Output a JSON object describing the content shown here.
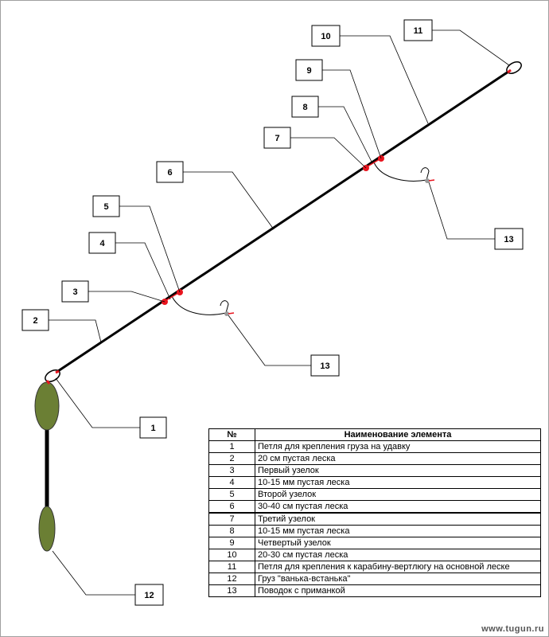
{
  "callouts": [
    {
      "id": "1",
      "label": "1"
    },
    {
      "id": "2",
      "label": "2"
    },
    {
      "id": "3",
      "label": "3"
    },
    {
      "id": "4",
      "label": "4"
    },
    {
      "id": "5",
      "label": "5"
    },
    {
      "id": "6",
      "label": "6"
    },
    {
      "id": "7",
      "label": "7"
    },
    {
      "id": "8",
      "label": "8"
    },
    {
      "id": "9",
      "label": "9"
    },
    {
      "id": "10",
      "label": "10"
    },
    {
      "id": "11",
      "label": "11"
    },
    {
      "id": "12",
      "label": "12"
    },
    {
      "id": "13a",
      "label": "13"
    },
    {
      "id": "13b",
      "label": "13"
    }
  ],
  "legend": {
    "header_num": "№",
    "header_name": "Наименование элемента",
    "rows": [
      {
        "num": "1",
        "name": "Петля для крепления груза на удавку"
      },
      {
        "num": "2",
        "name": "20 см пустая леска"
      },
      {
        "num": "3",
        "name": "Первый узелок"
      },
      {
        "num": "4",
        "name": "10-15 мм пустая леска"
      },
      {
        "num": "5",
        "name": "Второй узелок"
      },
      {
        "num": "6",
        "name": "30-40 см пустая леска"
      },
      {
        "num": "7",
        "name": "Третий узелок"
      },
      {
        "num": "8",
        "name": "10-15 мм пустая леска"
      },
      {
        "num": "9",
        "name": "Четвертый узелок"
      },
      {
        "num": "10",
        "name": "20-30 см пустая леска"
      },
      {
        "num": "11",
        "name": "Петля для крепления к карабину-вертлюгу на основной леске"
      },
      {
        "num": "12",
        "name": "Груз \"ванька-встанька\""
      },
      {
        "num": "13",
        "name": "Поводок с приманкой"
      }
    ]
  },
  "watermark": "www.tugun.ru",
  "colors": {
    "line": "#000000",
    "knot": "#e8141e",
    "weight": "#6b7f34",
    "hook_bead": "#999999"
  }
}
